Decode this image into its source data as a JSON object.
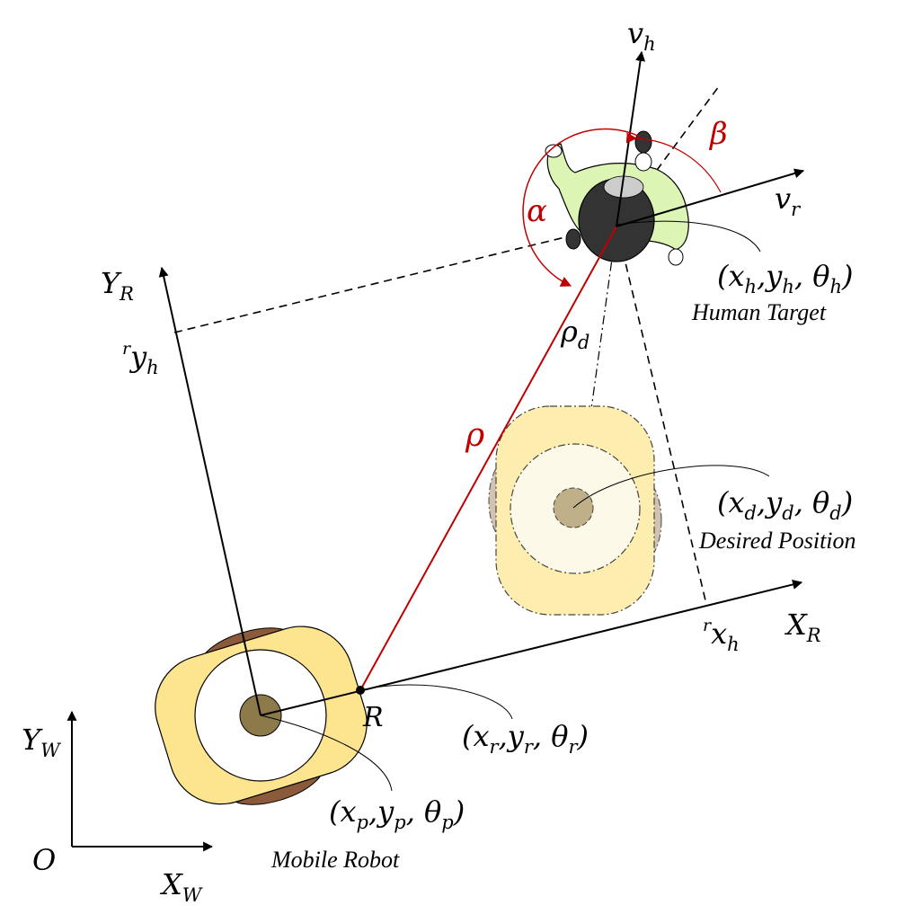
{
  "labels": {
    "world_y": "Y",
    "world_y_sub": "W",
    "world_x": "X",
    "world_x_sub": "W",
    "origin": "O",
    "robot_y": "Y",
    "robot_y_sub": "R",
    "robot_x": "X",
    "robot_x_sub": "R",
    "ryh_sup": "r",
    "ryh_main": "y",
    "ryh_sub": "h",
    "rxh_sup": "r",
    "rxh_main": "x",
    "rxh_sub": "h",
    "vh_main": "v",
    "vh_sub": "h",
    "vr_main": "v",
    "vr_sub": "r",
    "alpha": "α",
    "beta": "β",
    "rho": "ρ",
    "rho_d_main": "ρ",
    "rho_d_sub": "d",
    "r_point": "R"
  },
  "poses": {
    "human": {
      "x": "x",
      "x_sub": "h",
      "y": "y",
      "y_sub": "h",
      "theta": "θ",
      "theta_sub": "h"
    },
    "desired": {
      "x": "x",
      "x_sub": "d",
      "y": "y",
      "y_sub": "d",
      "theta": "θ",
      "theta_sub": "d"
    },
    "robot_frame": {
      "x": "x",
      "x_sub": "r",
      "y": "y",
      "y_sub": "r",
      "theta": "θ",
      "theta_sub": "r"
    },
    "robot_center": {
      "x": "x",
      "x_sub": "p",
      "y": "y",
      "y_sub": "p",
      "theta": "θ",
      "theta_sub": "p"
    }
  },
  "captions": {
    "human": "Human Target",
    "desired": "Desired Position",
    "robot": "Mobile Robot"
  },
  "colors": {
    "accent_red": "#c00000",
    "robot_body": "#fde48f",
    "robot_wheel": "#8a5a3a",
    "robot_center": "#8c7a4a",
    "desired_body": "#fdeeb0",
    "desired_wheel": "#d2c2b0",
    "human_shirt": "#dcf5b4",
    "human_head": "#333333"
  }
}
